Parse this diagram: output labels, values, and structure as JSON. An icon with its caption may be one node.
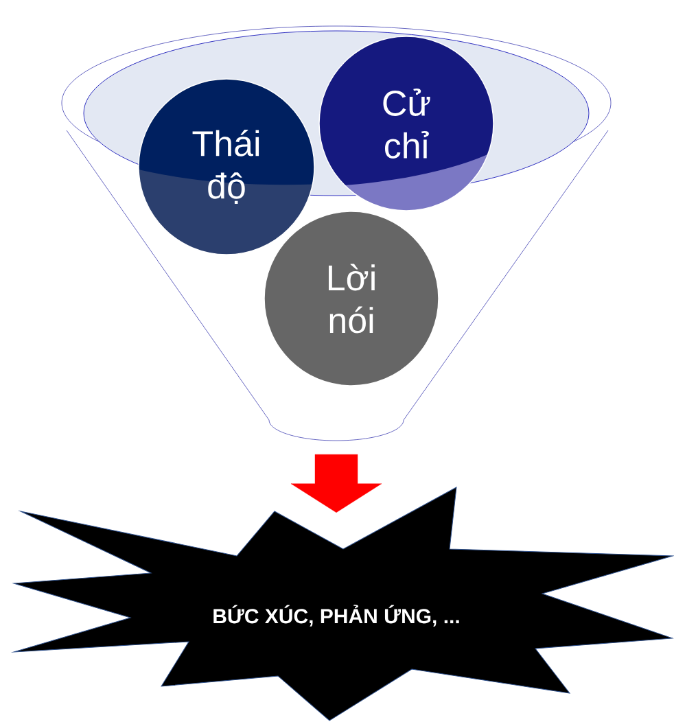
{
  "diagram": {
    "nodes": [
      {
        "text": [],
        "shape": "funnel"
      },
      {
        "text": [
          "Thái độ"
        ],
        "in": 0
      },
      {
        "text": [
          "Cử chỉ"
        ],
        "in": 0
      },
      {
        "text": [
          "Lời nói"
        ],
        "in": 0
      },
      {
        "text": [
          "BỨC XÚC, PHẢN ỨNG, ..."
        ]
      }
    ],
    "edges": [
      {
        "from": 0,
        "to": 4,
        "arrow": "to",
        "style": "thick",
        "color": "#ff0000"
      }
    ]
  }
}
